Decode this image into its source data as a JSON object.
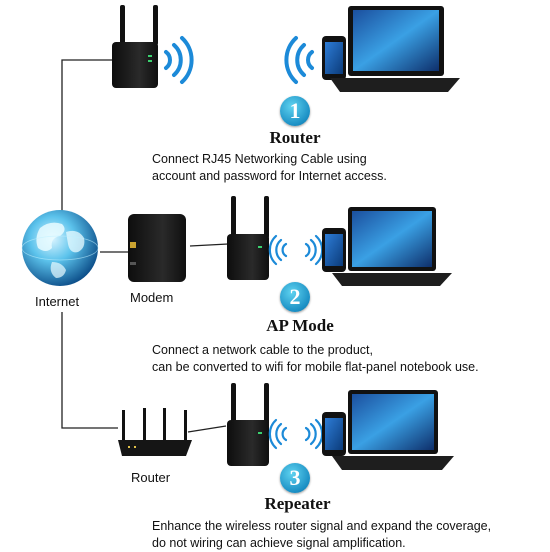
{
  "labels": {
    "internet": "Internet",
    "modem": "Modem",
    "router": "Router"
  },
  "sections": [
    {
      "number": "1",
      "title": "Router",
      "lines": [
        "Connect RJ45 Networking Cable using",
        "account and password  for Internet access."
      ]
    },
    {
      "number": "2",
      "title": "AP Mode",
      "lines": [
        "Connect a network cable to the product,",
        "can be converted to wifi for mobile flat-panel notebook use."
      ]
    },
    {
      "number": "3",
      "title": "Repeater",
      "lines": [
        "Enhance the wireless router signal and expand the coverage,",
        "do not wiring can achieve signal amplification."
      ]
    }
  ],
  "colors": {
    "accent": "#1b8fc4",
    "wifi": "#1c8ad8",
    "device_body": "#1a1a1a"
  }
}
